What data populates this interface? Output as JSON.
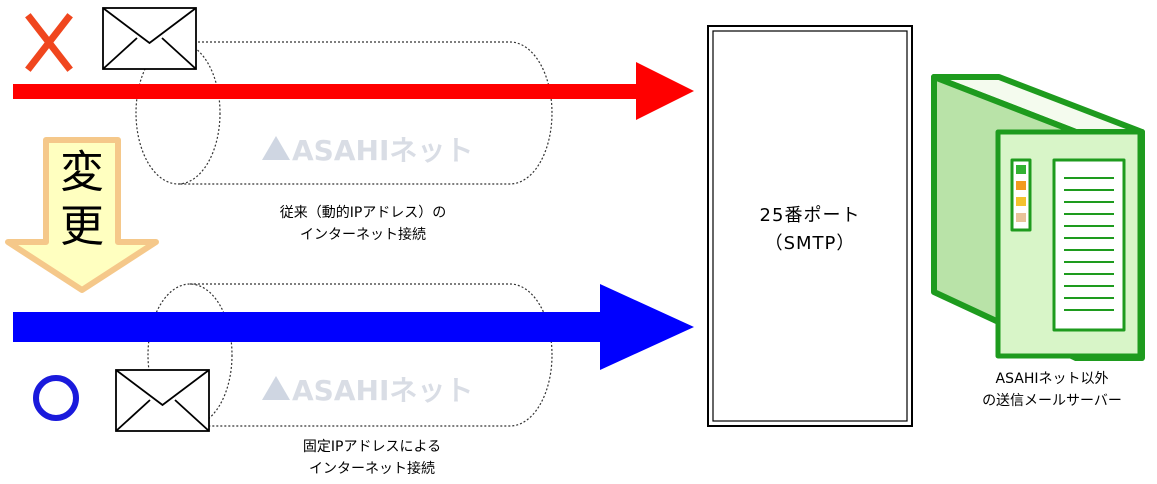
{
  "diagram": {
    "change_label": [
      "変",
      "更"
    ],
    "brand_logo": "ASAHIネット",
    "old_connection": {
      "status": "not-allowed",
      "status_icon": "cross-icon",
      "label_lines": [
        "従来（動的IPアドレス）の",
        "インターネット接続"
      ]
    },
    "new_connection": {
      "status": "allowed",
      "status_icon": "circle-icon",
      "label_lines": [
        "固定IPアドレスによる",
        "インターネット接続"
      ]
    },
    "port_box": {
      "label_lines": [
        "25番ポート",
        "（SMTP）"
      ]
    },
    "mail_server": {
      "label_lines": [
        "ASAHIネット以外",
        "の送信メールサーバー"
      ]
    },
    "colors": {
      "old_arrow": "#ff0000",
      "new_arrow": "#0000ff",
      "cross": "#f0461e",
      "circle": "#1a1adc",
      "change_arrow_fill": "#ffffc0",
      "change_arrow_border": "#f5c88a",
      "server_green": "#1e9b1e",
      "server_light": "#d8f5c8",
      "logo_gray": "#d9dde5"
    }
  }
}
